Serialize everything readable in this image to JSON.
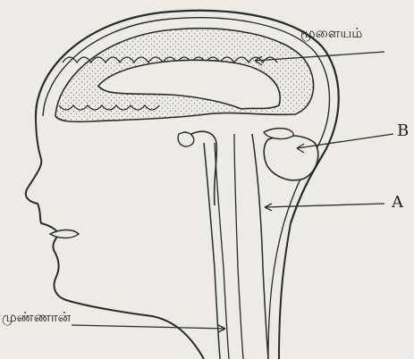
{
  "labels": {
    "brain": "மூளையம்",
    "spinal_cord": "முண்ணான்",
    "marker_a": "A",
    "marker_b": "B"
  },
  "colors": {
    "paper": "#ecebe6",
    "ink": "#2a2a2a",
    "stipple": "#8f8f8f"
  }
}
